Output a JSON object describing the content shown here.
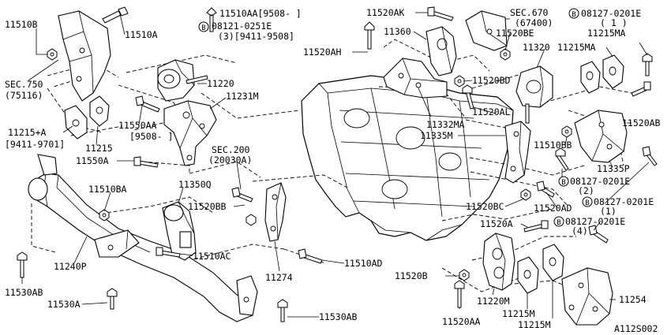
{
  "labels": {
    "l11510B": "11510B",
    "l11510A": "11510A",
    "l11510AA": "11510AA[9508-    ]",
    "l08121": "08121-0251E",
    "l08121q": "(3)[9411-9508]",
    "lsec750": "SEC.750",
    "lsec750n": "(75116)",
    "l11220": "11220",
    "l11231M": "11231M",
    "l11215A": "11215+A",
    "l11215Ad": "[9411-9701]",
    "l11215": "11215",
    "l11550AA": "11550AA",
    "l11550AAd": "[9508-  ]",
    "l11550A": "11550A",
    "lsec200": "SEC.200",
    "lsec200n": "(20030A)",
    "l11510BA": "11510BA",
    "l11350Q": "11350Q",
    "l11520BB": "11520BB",
    "l11240P": "11240P",
    "l11510AC": "11510AC",
    "l11274": "11274",
    "l11510AD": "11510AD",
    "l11530AB_l": "11530AB",
    "l11530A": "11530A",
    "l11530AB_b": "11530AB",
    "l11520AK": "11520AK",
    "lsec670": "SEC.670",
    "lsec670n": "(67400)",
    "l11360": "11360",
    "l11520BE": "11520BE",
    "l11520AH": "11520AH",
    "l08127a": "08127-0201E",
    "l08127aq": "( 1 )",
    "l11215MA_a": "11215MA",
    "l11215MA_b": "11215MA",
    "l11320": "11320",
    "l11520BD": "11520BD",
    "l11520AL": "11520AL",
    "l11332MA": "11332MA",
    "l11335M": "11335M",
    "l11520AB": "11520AB",
    "l11510BB": "11510BB",
    "l11335P": "11335P",
    "l08127b": "08127-0201E",
    "l08127bq": "(2)",
    "l08127c": "08127-0201E",
    "l08127cq": "(1)",
    "l11520BC": "11520BC",
    "l11520AD": "11520AD",
    "l11520A": "11520A",
    "l08127d": "08127-0201E",
    "l08127dq": "(4)",
    "l11520B": "11520B",
    "l11220M": "11220M",
    "l11215M_a": "11215M",
    "l11215M_b": "11215M",
    "l11254": "11254",
    "l11520AA": "11520AA",
    "lref": "A112S002"
  },
  "bolt_marker": "B"
}
